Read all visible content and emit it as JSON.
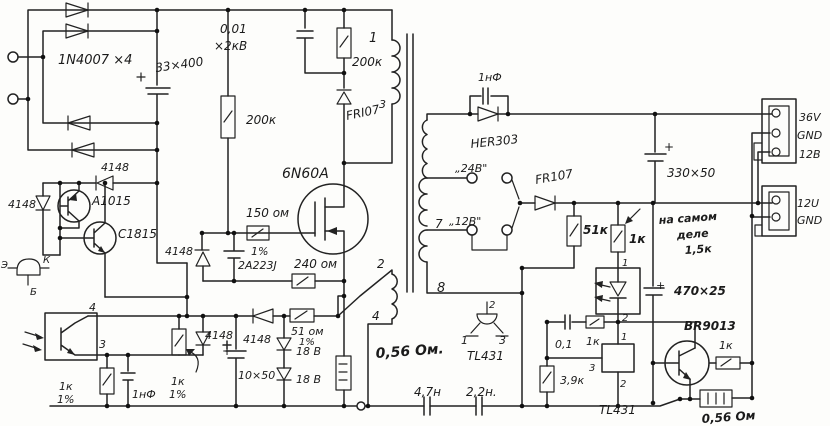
{
  "primary": {
    "bridge": "1N4007 ×4",
    "bulk_cap": "33×400",
    "startup_res": "200к",
    "snub_cap": "0,01",
    "snub_cap_v": "×2кВ",
    "snub_res": "200к",
    "snub_diode": "FRI07",
    "pin1": "1",
    "pin3": "3",
    "mosfet": "6N60A",
    "gate_res": "150 ом",
    "gate_res_tol": "1%",
    "gate_cap": "2A223J",
    "res240": "240 ом",
    "sense_res": "0,56 Ом."
  },
  "driver": {
    "d_top": "4148",
    "pnp": "A1015",
    "npn": "C1815",
    "d_left": "4148",
    "d_mid": "4148",
    "pin_e": "Э",
    "pin_k": "К",
    "pin_b": "Б"
  },
  "opto_in": {
    "pin4": "4",
    "pin3": "3",
    "res": "1к",
    "res_tol": "1%",
    "cap": "1нФ"
  },
  "aux": {
    "trim": "1к",
    "trim_tol": "1%",
    "d1": "4148",
    "d2": "4148",
    "cap_plus": "+",
    "cap": "10×50",
    "res51": "51 ом",
    "res51_tol": "1%",
    "zener1": "18 В",
    "zener2": "18 В",
    "pin2": "2",
    "pin4": "4"
  },
  "xfmr": {
    "pin7": "7",
    "pin8": "8",
    "tap24": "„24В\"",
    "tap12": "„12В\""
  },
  "tl431_sketch": {
    "p1": "1",
    "p2": "2",
    "p3": "3",
    "name": "TL431"
  },
  "ycaps": {
    "c1": "4,7н",
    "c2": "2,2н."
  },
  "sec": {
    "cap_snub": "1нФ",
    "rect_diode": "HER303",
    "fr107": "FR107",
    "res51k": "51к",
    "res1k": "1к",
    "note1": "на самом",
    "note2": "деле",
    "note3": "1,5к",
    "cap330_plus": "+",
    "cap330": "330×50",
    "cap470_plus": "+",
    "cap470": "470×25",
    "opto_p1": "1",
    "opto_p2": "2"
  },
  "reg": {
    "cap": "0,1",
    "res1k": "1к",
    "res39k": "3,9к",
    "ic": "TL431",
    "p1": "1",
    "p2": "2",
    "p3": "3",
    "transistor": "BR9013",
    "res1k_out": "1к",
    "sense": "0,56 Ом"
  },
  "conn": {
    "j1": [
      "36V",
      "GND",
      "12B"
    ],
    "j2": [
      "12U",
      "GND"
    ]
  }
}
